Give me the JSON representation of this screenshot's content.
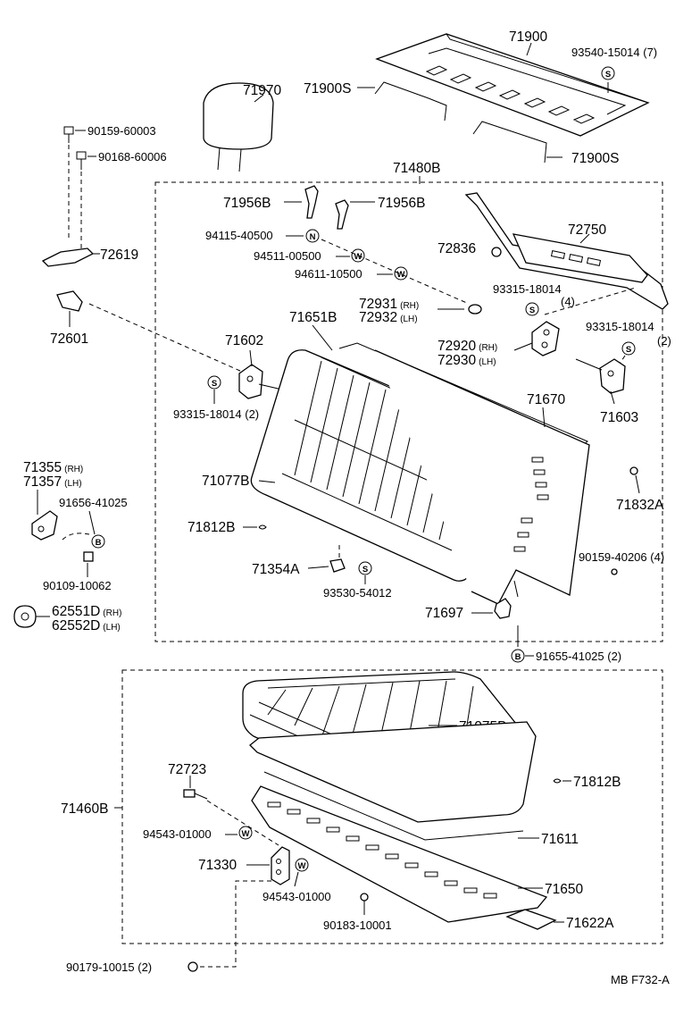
{
  "figure_code": "MB  F732-A",
  "labels": {
    "p71900": "71900",
    "p93540": "93540-15014 (7)",
    "p71900s_a": "71900S",
    "p71900s_b": "71900S",
    "p71970": "71970",
    "p90159_60003": "90159-60003",
    "p90168_60006": "90168-60006",
    "p71480b": "71480B",
    "p72619": "72619",
    "p72601": "72601",
    "p71956b_a": "71956B",
    "p71956b_b": "71956B",
    "p94115": "94115-40500",
    "p94511": "94511-00500",
    "p94611": "94611-10500",
    "p72750": "72750",
    "p72836": "72836",
    "p72931": "72931",
    "p72932": "72932",
    "p93315_c": "93315-18014",
    "p93315_c_qty": "(4)",
    "p71651b": "71651B",
    "p71602": "71602",
    "p72920": "72920",
    "p72930": "72930",
    "p93315_d": "93315-18014",
    "p93315_d_qty": "(2)",
    "p71670": "71670",
    "p93315_a": "93315-18014 (2)",
    "p71603": "71603",
    "p71355": "71355",
    "p71357": "71357",
    "p91656": "91656-41025",
    "p71077b": "71077B",
    "p71832a": "71832A",
    "p71812b_a": "71812B",
    "p90159_40206": "90159-40206 (4)",
    "p71354a": "71354A",
    "p93530": "93530-54012",
    "p90109": "90109-10062",
    "p62551d": "62551D",
    "p62552d": "62552D",
    "p71697": "71697",
    "p91655": "91655-41025 (2)",
    "p71075b": "71075B",
    "p72723": "72723",
    "p71812b_b": "71812B",
    "p71460b": "71460B",
    "p94543_a": "94543-01000",
    "p71611": "71611",
    "p71330": "71330",
    "p94543_b": "94543-01000",
    "p71650": "71650",
    "p90183": "90183-10001",
    "p71622a": "71622A",
    "p90179": "90179-10015 (2)"
  },
  "side_tags": {
    "rh": "(RH)",
    "lh": "(LH)"
  },
  "symbols": {
    "S": "S",
    "N": "N",
    "W": "W",
    "B": "B"
  }
}
